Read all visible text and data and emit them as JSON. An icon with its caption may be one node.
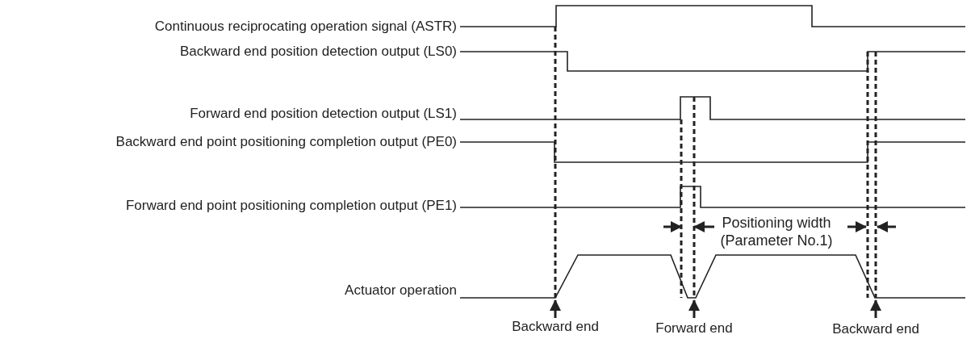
{
  "diagram": {
    "labels": [
      "Continuous reciprocating operation signal (ASTR)",
      "Backward end position detection output (LS0)",
      "Forward end position detection output (LS1)",
      "Backward end point positioning completion output (PE0)",
      "Forward end point positioning completion output (PE1)",
      "Positioning width (Parameter No.1)",
      "Actuator operation",
      "Backward end",
      "Forward end",
      "Backward end"
    ]
  }
}
